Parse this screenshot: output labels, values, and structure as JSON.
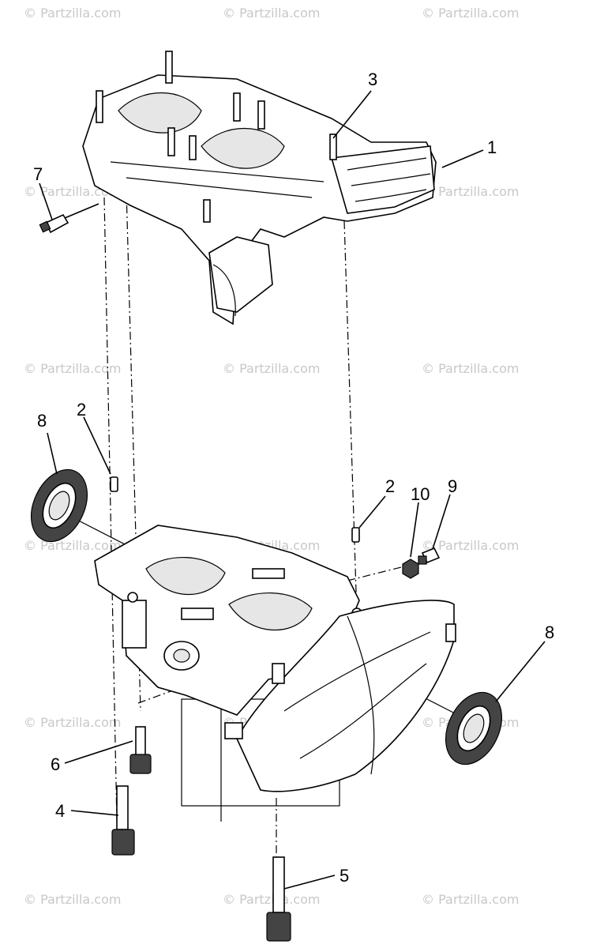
{
  "watermark": "© Partzilla.com",
  "callouts": {
    "c1": "1",
    "c2a": "2",
    "c2b": "2",
    "c3": "3",
    "c4": "4",
    "c5": "5",
    "c6": "6",
    "c7": "7",
    "c8a": "8",
    "c8b": "8",
    "c9": "9",
    "c10": "10"
  }
}
